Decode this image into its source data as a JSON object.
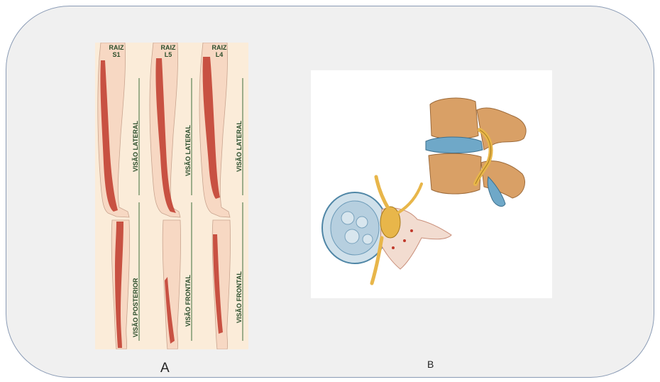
{
  "figure": {
    "panel_a": {
      "caption": "A",
      "roots": [
        {
          "line1": "RAIZ",
          "line2": "S1",
          "upper_view": "VISÃO LATERAL",
          "lower_view": "VISÃO POSTERIOR"
        },
        {
          "line1": "RAIZ",
          "line2": "L5",
          "upper_view": "VISÃO LATERAL",
          "lower_view": "VISÃO FRONTAL"
        },
        {
          "line1": "RAIZ",
          "line2": "L4",
          "upper_view": "VISÃO LATERAL",
          "lower_view": "VISÃO FRONTAL"
        }
      ]
    },
    "panel_b": {
      "caption": "B"
    }
  },
  "colors": {
    "background": "#f0f0f0",
    "border": "#8a9bb5",
    "skin": "#f7d8c3",
    "dermatome": "#c0392b",
    "divider_line": "#3c6e3c",
    "vertebra_bone": "#d9a066",
    "disc": "#6fa8c8",
    "nerve": "#e8b64a"
  }
}
